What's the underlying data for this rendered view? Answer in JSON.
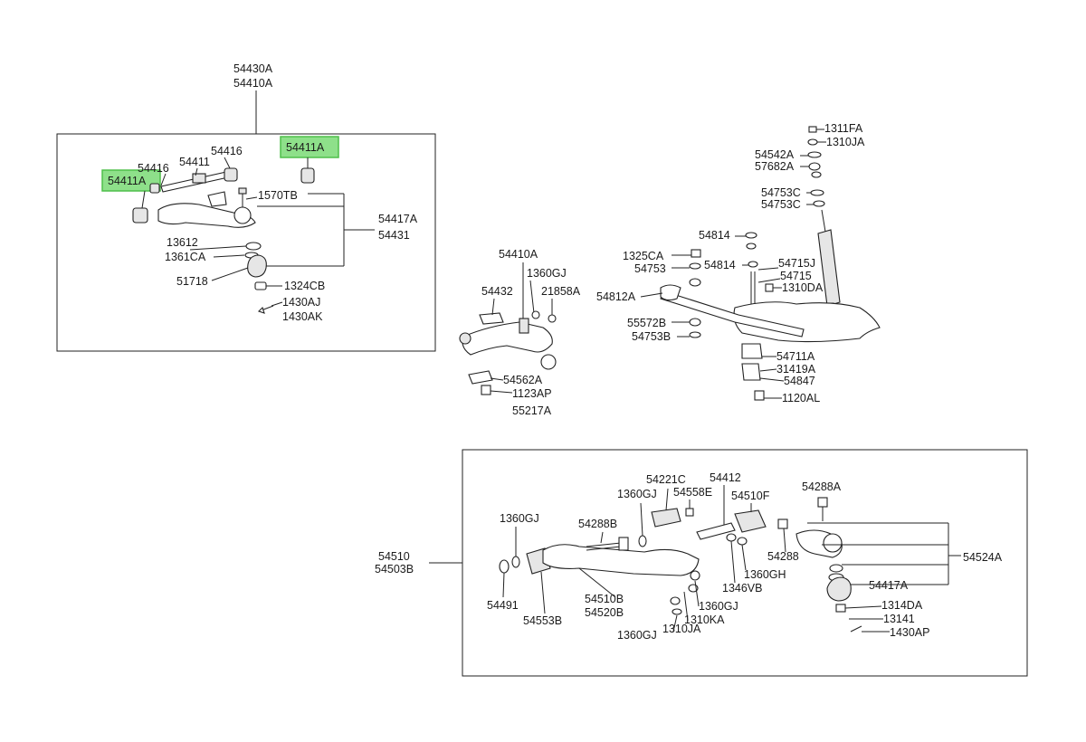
{
  "colors": {
    "highlight": "#8ee08a",
    "highlight_border": "#4fbf4a",
    "line": "#222222"
  },
  "labels": {
    "l54430A": "54430A",
    "l54410A_top": "54410A",
    "l54416_a": "54416",
    "l54416_b": "54416",
    "l54411": "54411",
    "l54411A_left": "54411A",
    "l54411A_right": "54411A",
    "l1570TB": "1570TB",
    "l54417A_top": "54417A",
    "l54431": "54431",
    "l13612": "13612",
    "l1361CA": "1361CA",
    "l51718": "51718",
    "l1324CB": "1324CB",
    "l1430AJ": "1430AJ",
    "l1430AK": "1430AK",
    "l54410A_mid": "54410A",
    "l1360GJ_mid": "1360GJ",
    "l54432": "54432",
    "l21858A": "21858A",
    "l54562A": "54562A",
    "l1123AP": "1123AP",
    "l55217A": "55217A",
    "l1311FA": "1311FA",
    "l1310JA_top": "1310JA",
    "l54542A": "54542A",
    "l57682A": "57682A",
    "l54753C_a": "54753C",
    "l54753C_b": "54753C",
    "l54814_a": "54814",
    "l54814_b": "54814",
    "l1325CA": "1325CA",
    "l54753": "54753",
    "l54715J": "54715J",
    "l54715": "54715",
    "l1310DA": "1310DA",
    "l54812A": "54812A",
    "l55572B": "55572B",
    "l54753B": "54753B",
    "l54711A": "54711A",
    "l31419A": "31419A",
    "l54847": "54847",
    "l1120AL": "1120AL",
    "l54221C": "54221C",
    "l54412": "54412",
    "l1360GJ_b1": "1360GJ",
    "l54558E": "54558E",
    "l54510F": "54510F",
    "l54288A": "54288A",
    "l1360GJ_b2": "1360GJ",
    "l54288B": "54288B",
    "l54288": "54288",
    "l54524A": "54524A",
    "l54510": "54510",
    "l54503B": "54503B",
    "l1360GH": "1360GH",
    "l1346VB": "1346VB",
    "l54417A_bot": "54417A",
    "l54491": "54491",
    "l54510B": "54510B",
    "l54520B": "54520B",
    "l1360GJ_b3": "1360GJ",
    "l1310KA": "1310KA",
    "l1314DA": "1314DA",
    "l13141": "13141",
    "l54553B": "54553B",
    "l1360GJ_b4": "1360GJ",
    "l1310JA_bot": "1310JA",
    "l1430AP": "1430AP"
  }
}
